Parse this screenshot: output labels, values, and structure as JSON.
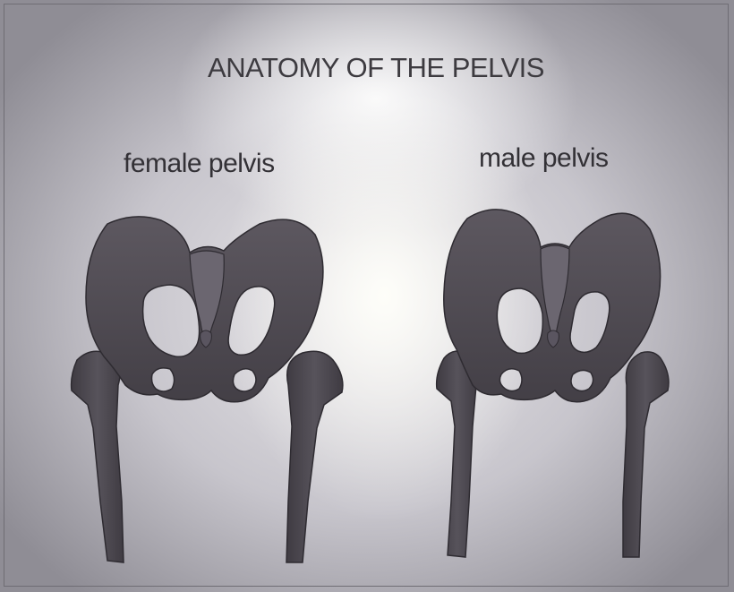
{
  "title": "ANATOMY OF THE PELVIS",
  "labels": {
    "female": "female pelvis",
    "male": "male pelvis"
  },
  "colors": {
    "bone_dark": "#4f4b52",
    "bone_mid": "#6b6670",
    "background_light": "#f4f3ef",
    "text": "#3d3b40"
  }
}
